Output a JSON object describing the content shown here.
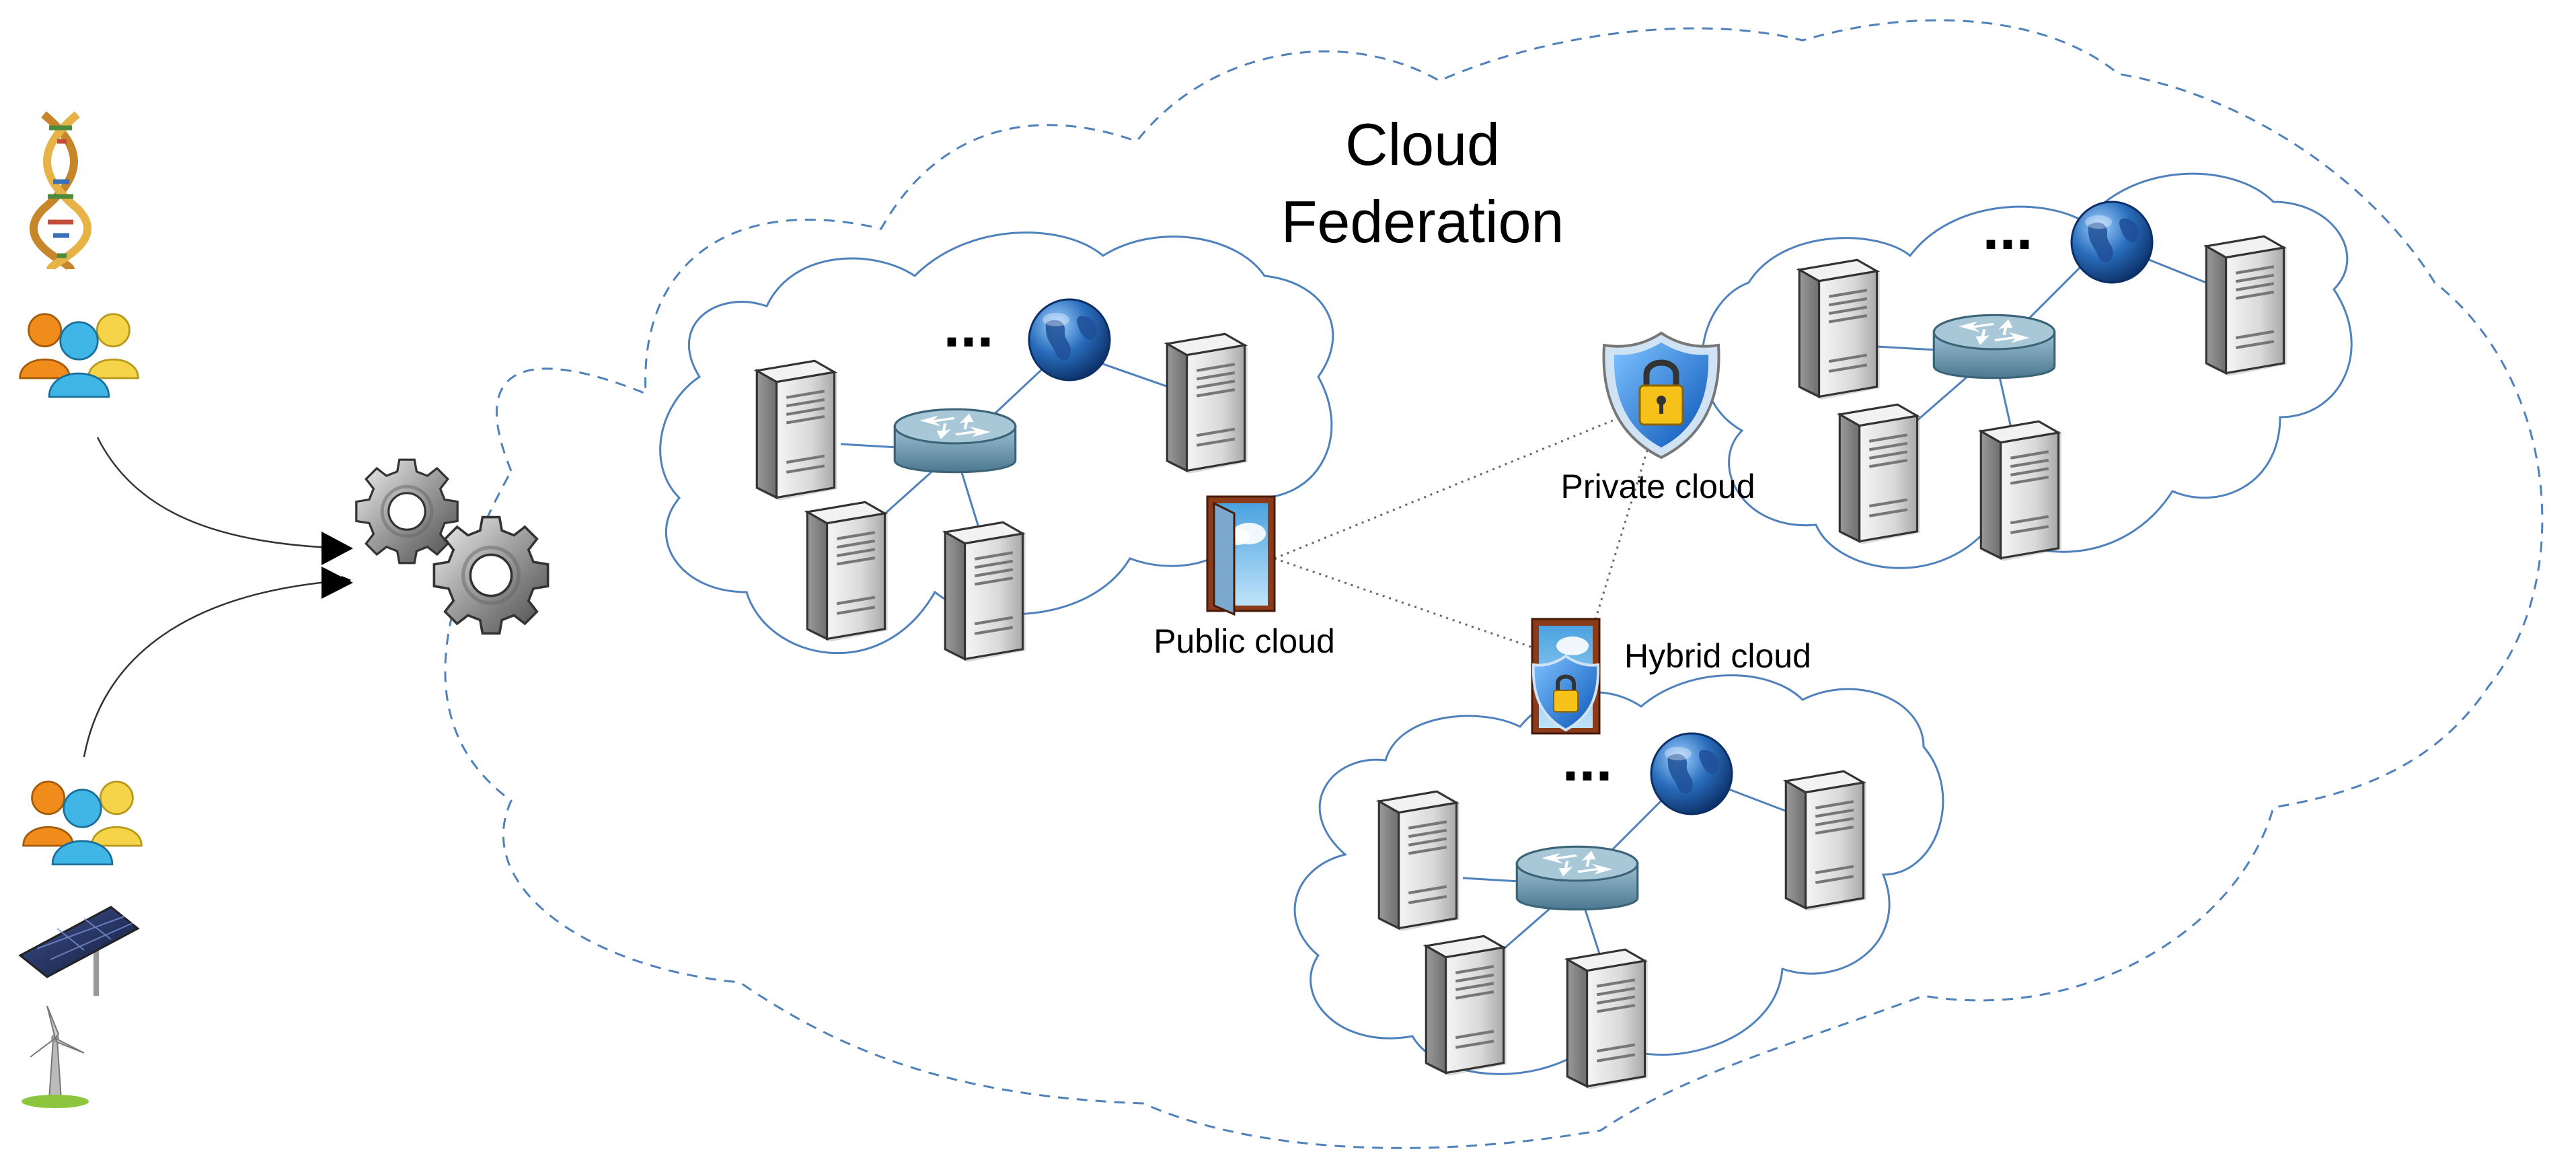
{
  "diagram": {
    "title_line1": "Cloud",
    "title_line2": "Federation",
    "public_label": "Public cloud",
    "private_label": "Private cloud",
    "hybrid_label": "Hybrid cloud",
    "ellipsis": "..."
  },
  "icons": {
    "left_column": [
      "dna-icon",
      "user-group-icon",
      "user-group-icon",
      "solar-panel-icon",
      "wind-turbine-icon"
    ],
    "processing": "gears-icon",
    "per_cloud": [
      "server-icon",
      "router-icon",
      "globe-icon"
    ],
    "access_points": [
      "public-door-icon",
      "security-shield-lock-icon",
      "hybrid-door-lock-icon"
    ]
  },
  "colors": {
    "cloud_outline": "#4f81bd",
    "federation_outline": "#4f81bd",
    "link_dotted": "#666666",
    "server_body": "#e6e6e6",
    "router_body": "#6f9bb3",
    "globe": "#2a6ebd",
    "shield": "#2b7fd6",
    "door_frame": "#8b3a1a"
  }
}
